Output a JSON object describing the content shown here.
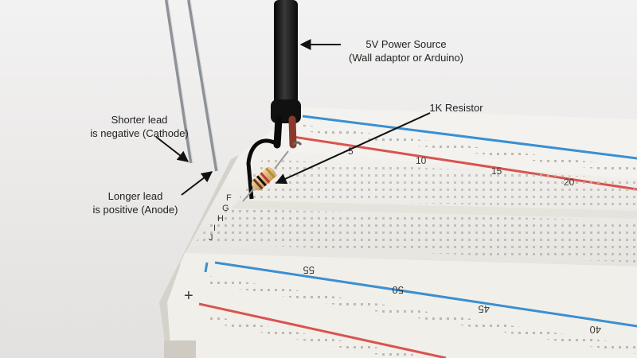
{
  "annotations": {
    "power": {
      "line1": "5V Power Source",
      "line2": "(Wall adaptor or Arduino)"
    },
    "resistor": {
      "label": "1K Resistor"
    },
    "shorter": {
      "line1": "Shorter lead",
      "line2": "is negative (Cathode)"
    },
    "longer": {
      "line1": "Longer lead",
      "line2": "is positive (Anode)"
    }
  },
  "breadboard": {
    "column_numbers_top": [
      "5",
      "10",
      "15",
      "20"
    ],
    "column_numbers_bottom": [
      "55",
      "50",
      "45",
      "40"
    ],
    "row_letters": [
      "F",
      "G",
      "H",
      "I",
      "J"
    ],
    "rail_minus": "-",
    "rail_plus": "+",
    "colors": {
      "blue_rail": "#3b8fd1",
      "red_rail": "#d9534f",
      "board": "#f2f1ee",
      "background": "#ecebeb"
    }
  },
  "objects": [
    "led-leads",
    "power-cable",
    "resistor",
    "breadboard"
  ]
}
